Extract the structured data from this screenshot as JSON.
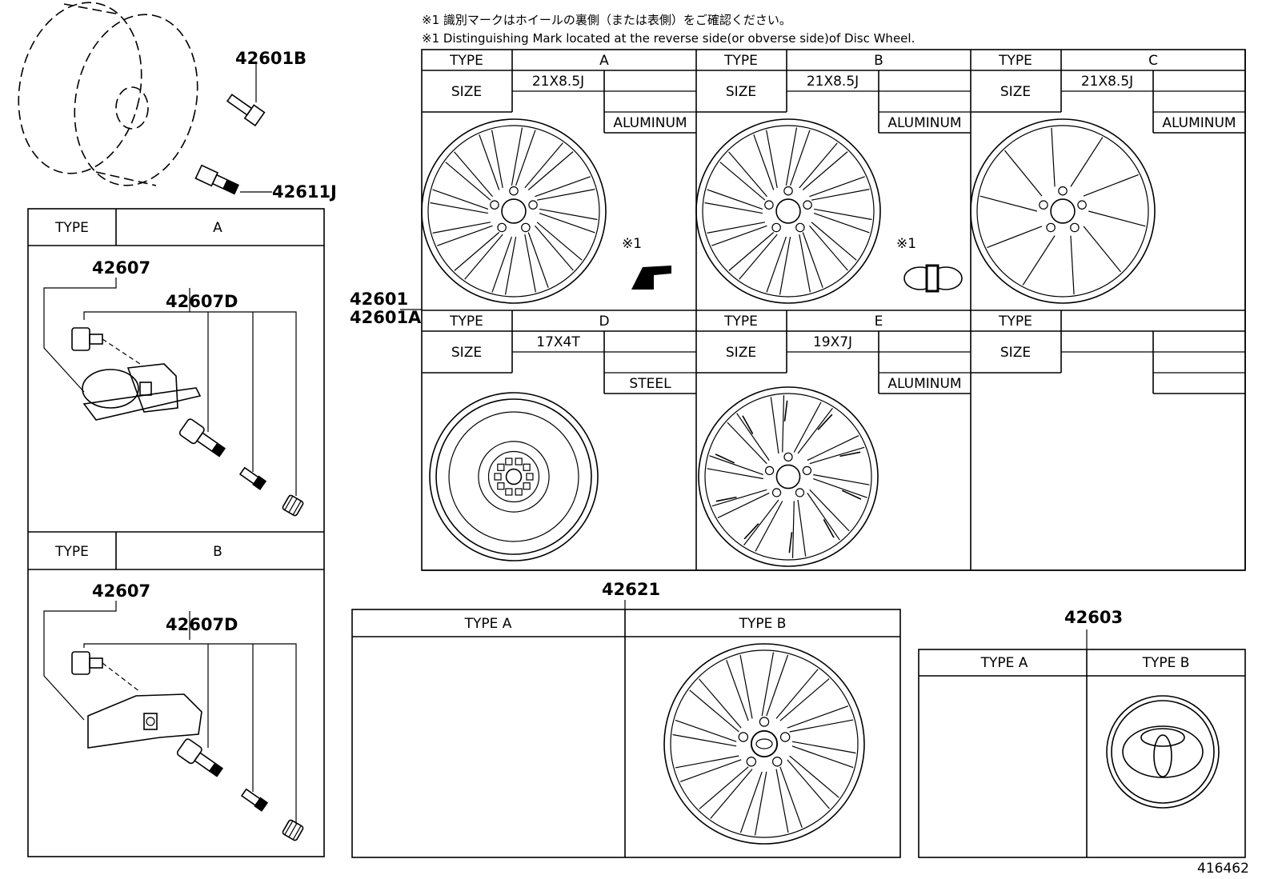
{
  "notes": {
    "jp": "※1 識別マークはホイールの裏側（または表側）をご確認ください。",
    "en": "※1 Distinguishing Mark located at the reverse side(or obverse side)of Disc Wheel."
  },
  "labels": {
    "type": "TYPE",
    "size": "SIZE",
    "mark": "※1",
    "diagram_number": "416462"
  },
  "parts": {
    "hub_bolt": "42601B",
    "valve_stem": "42611J",
    "sensor_assy": "42607",
    "sensor_sub": "42607D",
    "wheel": "42601",
    "wheel_alt": "42601A",
    "ornament": "42621",
    "cap": "42603"
  },
  "sensor_table": {
    "type_a": "A",
    "type_b": "B"
  },
  "wheel_table": {
    "cells": [
      {
        "type": "A",
        "size": "21X8.5J",
        "material": "ALUMINUM",
        "has_mark": true
      },
      {
        "type": "B",
        "size": "21X8.5J",
        "material": "ALUMINUM",
        "has_mark": true
      },
      {
        "type": "C",
        "size": "21X8.5J",
        "material": "ALUMINUM",
        "has_mark": false
      },
      {
        "type": "D",
        "size": "17X4T",
        "material": "STEEL",
        "has_mark": false
      },
      {
        "type": "E",
        "size": "19X7J",
        "material": "ALUMINUM",
        "has_mark": false
      },
      {
        "type": "",
        "size": "",
        "material": "",
        "has_mark": false
      }
    ]
  },
  "ornament_table": {
    "type_a": "TYPE A",
    "type_b": "TYPE B"
  },
  "cap_table": {
    "type_a": "TYPE A",
    "type_b": "TYPE B"
  }
}
